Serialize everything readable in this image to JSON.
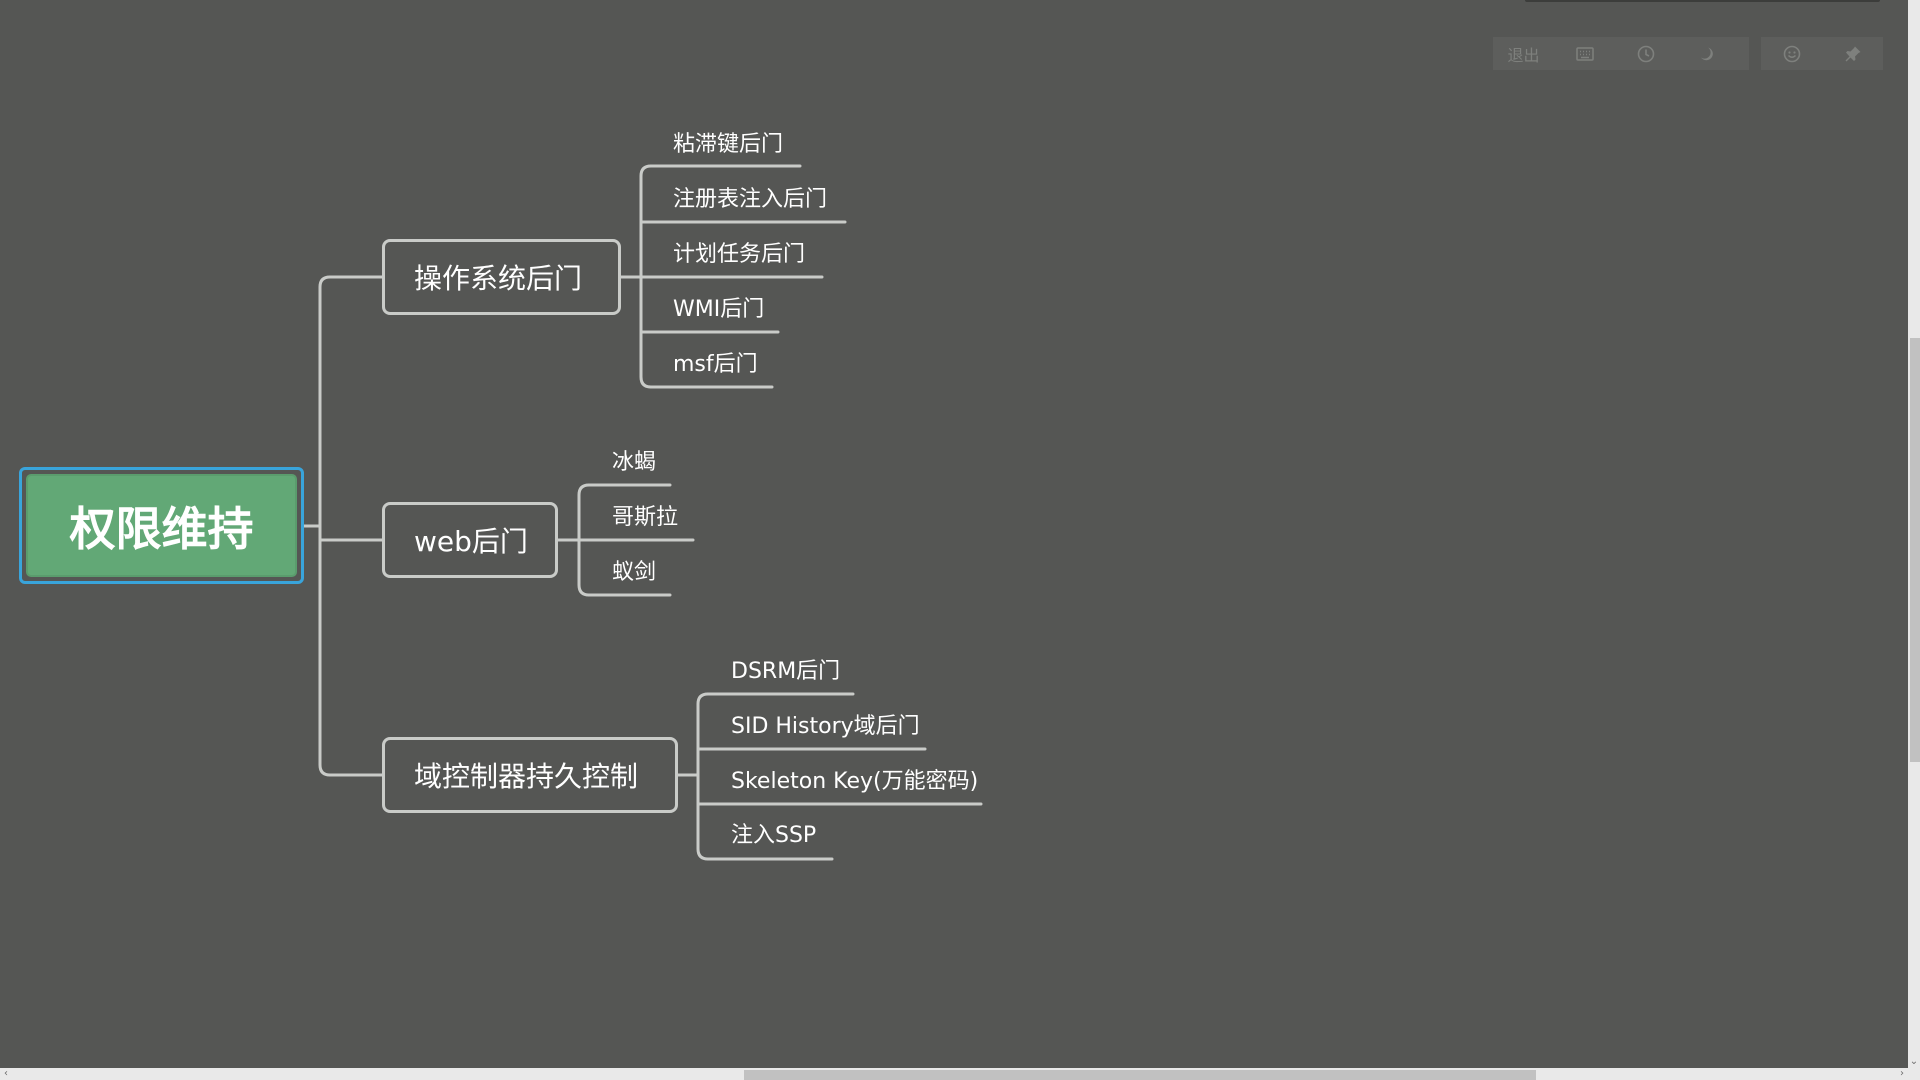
{
  "mindmap": {
    "root": {
      "label": "权限维持"
    },
    "branches": [
      {
        "label": "操作系统后门",
        "children": [
          "粘滞键后门",
          "注册表注入后门",
          "计划任务后门",
          "WMI后门",
          "msf后门"
        ]
      },
      {
        "label": "web后门",
        "children": [
          "冰蝎",
          "哥斯拉",
          "蚁剑"
        ]
      },
      {
        "label": "域控制器持久控制",
        "children": [
          "DSRM后门",
          "SID History域后门",
          "Skeleton Key(万能密码)",
          "注入SSP"
        ]
      }
    ]
  },
  "toolbar": {
    "exit_label": "退出",
    "icons": [
      "keyboard-icon",
      "clock-icon",
      "moon-icon",
      "smiley-icon",
      "pin-icon"
    ]
  },
  "colors": {
    "background": "#555654",
    "root_fill": "#62a876",
    "root_selection": "#39a4db",
    "connector": "#c9cbc8",
    "text": "#ffffff"
  }
}
